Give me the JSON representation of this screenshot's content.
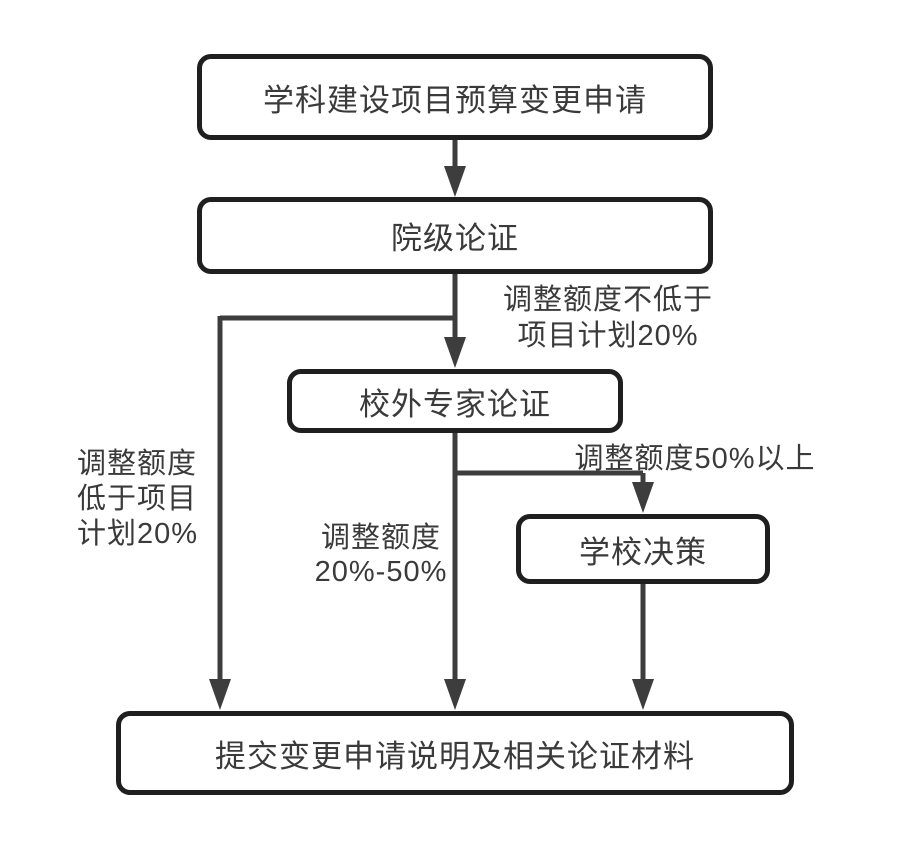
{
  "diagram": {
    "type": "flowchart",
    "background_color": "#ffffff",
    "line_color": "#3d3d3d",
    "box_border_color": "#1f1f1f",
    "text_color": "#3a3a3a"
  },
  "nodes": {
    "start": {
      "label": "学科建设项目预算变更申请"
    },
    "college_review": {
      "label": "院级论证"
    },
    "external_expert_review": {
      "label": "校外专家论证"
    },
    "school_decision": {
      "label": "学校决策"
    },
    "submit_materials": {
      "label": "提交变更申请说明及相关论证材料"
    }
  },
  "edge_labels": {
    "adjust_not_below_20": {
      "lines": [
        "调整额度不低于",
        "项目计划20%"
      ]
    },
    "adjust_below_20": {
      "lines": [
        "调整额度",
        "低于项目",
        "计划20%"
      ]
    },
    "adjust_20_to_50": {
      "lines": [
        "调整额度",
        "20%-50%"
      ]
    },
    "adjust_above_50": {
      "lines": [
        "调整额度50%以上"
      ]
    }
  }
}
